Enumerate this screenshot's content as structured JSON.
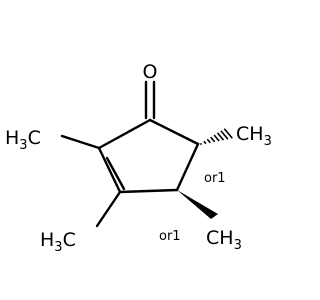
{
  "molecule": {
    "oxygen": "O",
    "methyl_top_left": {
      "main": "H",
      "sub": "3",
      "tail": "C"
    },
    "methyl_top_right": "CH",
    "methyl_top_right_sub": "3",
    "methyl_bottom_left": {
      "main": "H",
      "sub": "3",
      "tail": "C"
    },
    "methyl_bottom_right": "CH",
    "methyl_bottom_right_sub": "3",
    "stereo_label_1": "or1",
    "stereo_label_2": "or1"
  },
  "colors": {
    "stroke": "#000000",
    "background": "#ffffff"
  }
}
